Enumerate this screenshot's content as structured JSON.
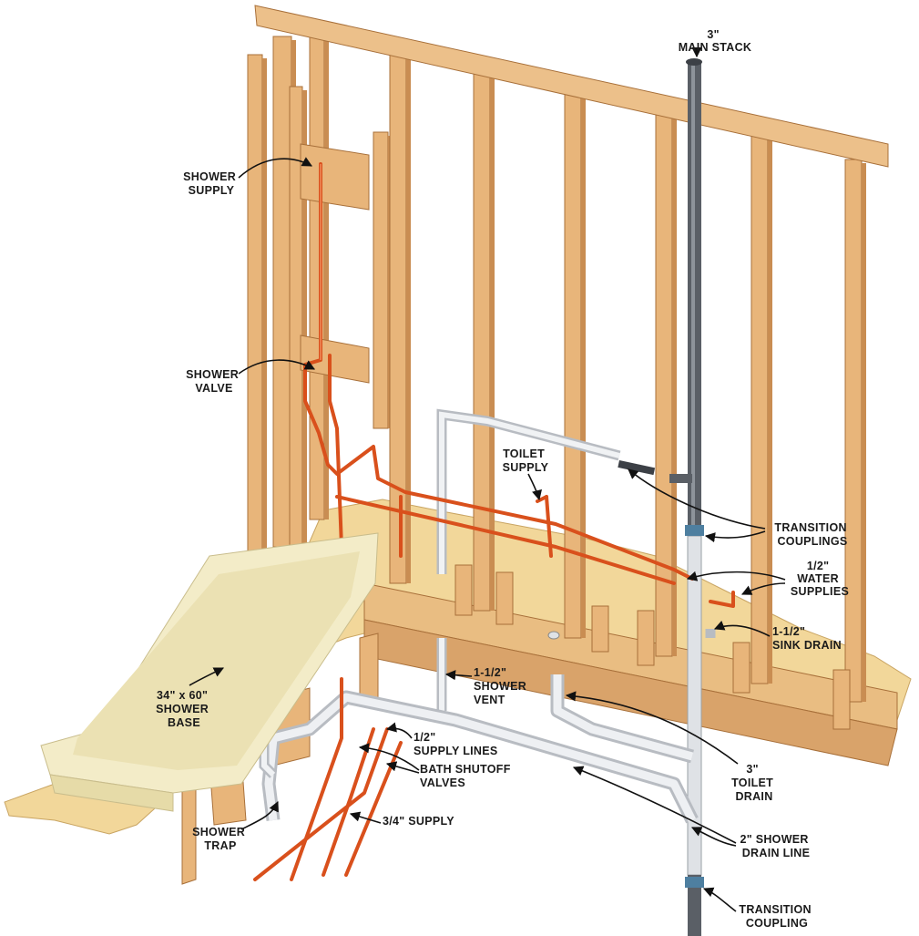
{
  "title": "Bathroom rough-in plumbing diagram",
  "labels": {
    "main_stack": [
      "3\"",
      "MAIN STACK"
    ],
    "shower_supply": [
      "SHOWER",
      "SUPPLY"
    ],
    "shower_valve": [
      "SHOWER",
      "VALVE"
    ],
    "toilet_supply": [
      "TOILET",
      "SUPPLY"
    ],
    "transition_couplings": [
      "TRANSITION",
      "COUPLINGS"
    ],
    "water_supplies": [
      "1/2\"",
      "WATER",
      "SUPPLIES"
    ],
    "sink_drain": [
      "1-1/2\"",
      "SINK DRAIN"
    ],
    "shower_vent": [
      "1-1/2\"",
      "SHOWER",
      "VENT"
    ],
    "shower_base": [
      "34\" x 60\"",
      "SHOWER",
      "BASE"
    ],
    "supply_lines": [
      "1/2\"",
      "SUPPLY LINES"
    ],
    "shutoff_valves": [
      "BATH SHUTOFF",
      "VALVES"
    ],
    "main_supply": [
      "3/4\" SUPPLY"
    ],
    "toilet_drain": [
      "3\"",
      "TOILET",
      "DRAIN"
    ],
    "shower_drain_line": [
      "2\" SHOWER",
      "DRAIN LINE"
    ],
    "shower_trap": [
      "SHOWER",
      "TRAP"
    ],
    "transition_coupling": [
      "TRANSITION",
      "COUPLING"
    ]
  },
  "colors": {
    "wood": "#e8b57a",
    "copper": "#d9501c",
    "pvc": "#e6e8eb",
    "cast_iron": "#5a5f66",
    "shower_base": "#f3ecc8",
    "subfloor": "#f2d79a"
  }
}
